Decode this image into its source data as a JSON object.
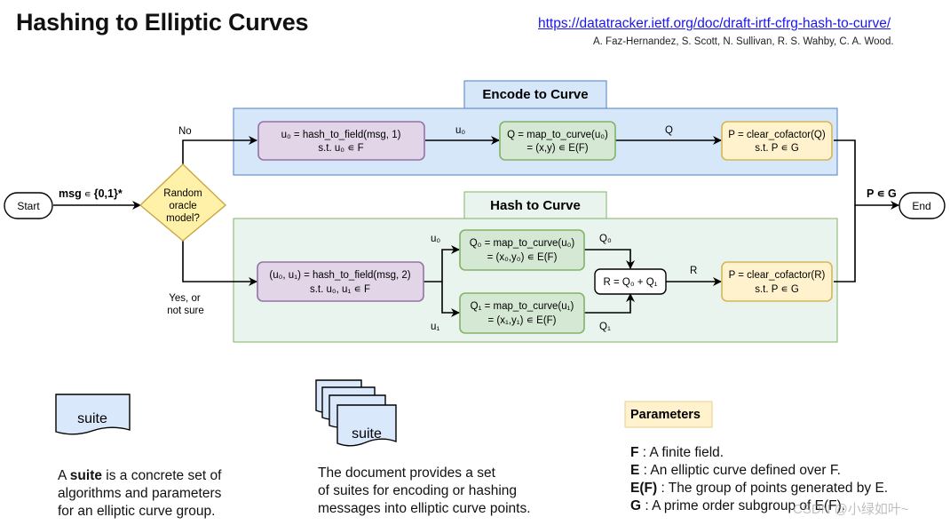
{
  "header": {
    "title": "Hashing to Elliptic Curves",
    "link": "https://datatracker.ietf.org/doc/draft-irtf-cfrg-hash-to-curve/",
    "authors": "A. Faz-Hernandez, S. Scott, N. Sullivan, R. S. Wahby, C. A. Wood."
  },
  "flow": {
    "start": "Start",
    "end": "End",
    "input_label": {
      "bold": "msg",
      "mid": " ∊ ",
      "set": "{0,1}*"
    },
    "decision": [
      "Random",
      "oracle",
      "model?"
    ],
    "no_label": "No",
    "yes_label": [
      "Yes, or",
      "not sure"
    ],
    "output_label": "P ∊ G"
  },
  "encode": {
    "title": "Encode to Curve",
    "hash_to_field": [
      "u₀ = hash_to_field(msg, 1)",
      "s.t. u₀ ∊ F"
    ],
    "map_to_curve": [
      "Q = map_to_curve(u₀)",
      "= (x,y) ∊ E(F)"
    ],
    "clear_cofactor": [
      "P = clear_cofactor(Q)",
      "s.t. P ∊ G"
    ],
    "edge_u0": "u₀",
    "edge_Q": "Q"
  },
  "hash": {
    "title": "Hash to Curve",
    "hash_to_field": [
      "(u₀, u₁) = hash_to_field(msg, 2)",
      "s.t. u₀, u₁ ∊ F"
    ],
    "map0": [
      "Q₀ = map_to_curve(u₀)",
      "= (x₀,y₀) ∊ E(F)"
    ],
    "map1": [
      "Q₁ = map_to_curve(u₁)",
      "= (x₁,y₁) ∊ E(F)"
    ],
    "sum": "R = Q₀ + Q₁",
    "clear_cofactor": [
      "P = clear_cofactor(R)",
      "s.t. P ∊ G"
    ],
    "edge_u0": "u₀",
    "edge_u1": "u₁",
    "edge_Q0": "Q₀",
    "edge_Q1": "Q₁",
    "edge_R": "R"
  },
  "suite_icon_label": "suite",
  "footer_left": {
    "pre": "A ",
    "bold": "suite",
    "line1_post": " is a concrete set of",
    "line2": "algorithms and parameters",
    "line3": "for an elliptic curve group."
  },
  "footer_mid": [
    "The document provides a set",
    "of suites for encoding or hashing",
    "messages into elliptic curve points."
  ],
  "parameters": {
    "title": "Parameters",
    "items": [
      {
        "sym": "F",
        "desc": " : A finite field."
      },
      {
        "sym": "E",
        "desc": " : An elliptic curve defined over F."
      },
      {
        "sym": "E(F)",
        "desc": " : The group of points generated by E."
      },
      {
        "sym": "G",
        "desc": " : A prime order subgroup of E(F)."
      }
    ]
  },
  "watermark": "CSDN @小绿如叶~",
  "colors": {
    "encode_bg": "#d6e7fa",
    "hash_bg": "#e9f4ee",
    "purple_fill": "#e1d5e7",
    "purple_stroke": "#9673a6",
    "green_fill": "#d5e8d4",
    "green_stroke": "#82b366",
    "yellow_fill": "#fff2cc",
    "yellow_stroke": "#d6b656",
    "suite_fill": "#dae8fc",
    "link": "#1a16ee"
  }
}
